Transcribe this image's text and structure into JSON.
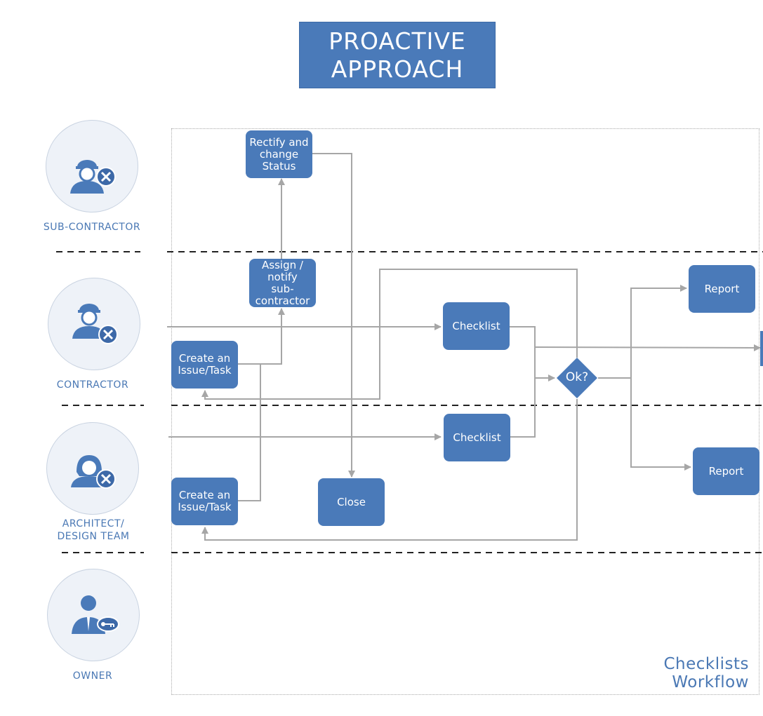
{
  "title": {
    "line1": "PROACTIVE",
    "line2": "APPROACH"
  },
  "colors": {
    "primary": "#4a7ab9",
    "connector": "#a6a6a6",
    "label": "#4a78b4",
    "avatar_bg": "#eef2f8"
  },
  "roles": [
    {
      "label": "SUB-CONTRACTOR",
      "icon": "hardhat-worker-tools-icon"
    },
    {
      "label": "CONTRACTOR",
      "icon": "hardhat-worker-tools-icon"
    },
    {
      "label_line1": "ARCHITECT/",
      "label_line2": "DESIGN TEAM",
      "icon": "woman-x-icon"
    },
    {
      "label": "OWNER",
      "icon": "businessman-key-icon"
    }
  ],
  "nodes": {
    "rectify": "Rectify and\nchange\nStatus",
    "assign": "Assign /\nnotify\nsub-\ncontractor",
    "checklist_contractor": "Checklist",
    "create_contractor": "Create an\nIssue/Task",
    "checklist_architect": "Checklist",
    "create_architect": "Create an\nIssue/Task",
    "close": "Close",
    "decision": "Ok?",
    "report_top": "Report",
    "report_bottom": "Report"
  },
  "footer": {
    "line1": "Checklists",
    "line2": "Workflow"
  }
}
